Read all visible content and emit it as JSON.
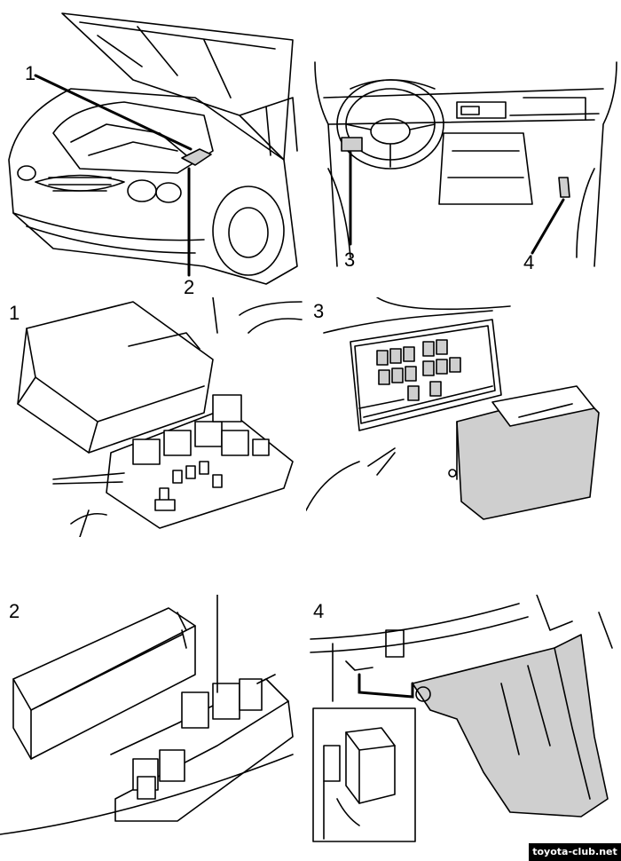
{
  "callouts": {
    "p1_1": "1",
    "p1_2": "2",
    "p2_3": "3",
    "p2_4": "4"
  },
  "panels": {
    "detail_1": "1",
    "detail_3": "3",
    "detail_2": "2",
    "detail_4": "4"
  },
  "watermark": "toyota-club.net"
}
